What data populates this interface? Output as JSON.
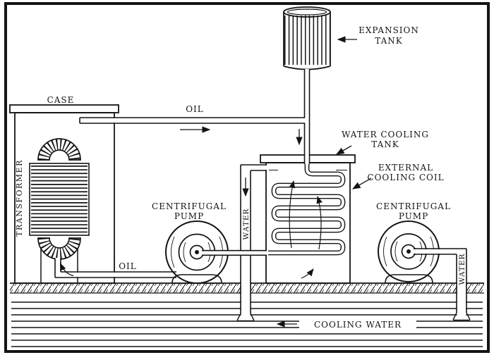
{
  "figure": {
    "title": "Transformer oil/water cooling system diagram",
    "ink_color": "#141414",
    "background_color": "#ffffff"
  },
  "labels": {
    "case": "CASE",
    "oil_top": "OIL",
    "oil_bottom": "OIL",
    "expansion_tank": [
      "EXPANSION",
      "TANK"
    ],
    "water_cooling_tank": [
      "WATER COOLING",
      "TANK"
    ],
    "external_cooling_coil": [
      "EXTERNAL",
      "COOLING COIL"
    ],
    "pump_left": [
      "CENTRIFUGAL",
      "PUMP"
    ],
    "pump_right": [
      "CENTRIFUGAL",
      "PUMP"
    ],
    "transformer": "TRANSFORMER",
    "water_left": "WATER",
    "water_right": "WATER",
    "cooling_water": "COOLING WATER"
  }
}
